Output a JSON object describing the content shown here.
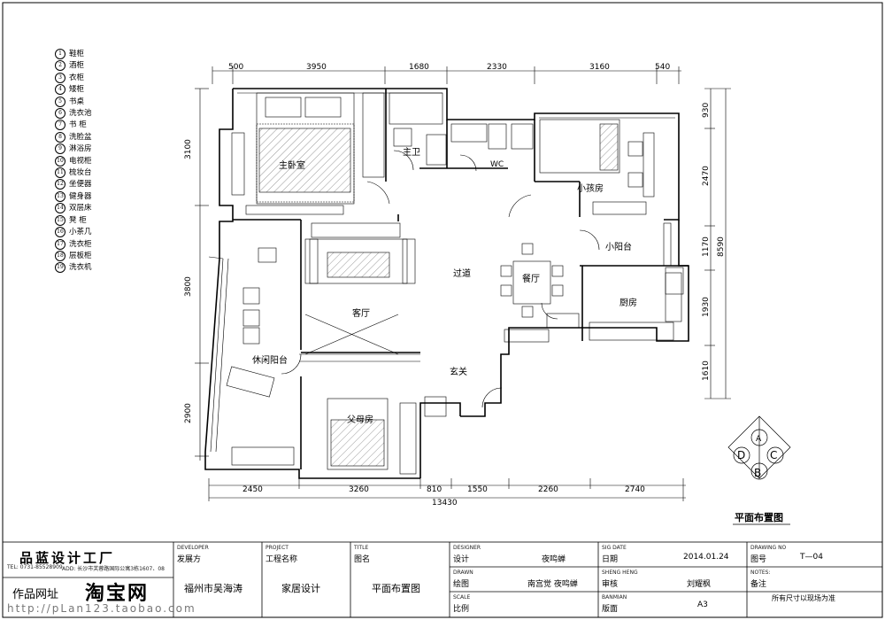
{
  "legend": [
    {
      "n": "1",
      "label": "鞋柜"
    },
    {
      "n": "2",
      "label": "酒柜"
    },
    {
      "n": "3",
      "label": "衣柜"
    },
    {
      "n": "4",
      "label": "矮柜"
    },
    {
      "n": "5",
      "label": "书桌"
    },
    {
      "n": "6",
      "label": "洗衣池"
    },
    {
      "n": "7",
      "label": "书  柜"
    },
    {
      "n": "8",
      "label": "洗脸盆"
    },
    {
      "n": "9",
      "label": "淋浴房"
    },
    {
      "n": "10",
      "label": "电视柜"
    },
    {
      "n": "11",
      "label": "梳妆台"
    },
    {
      "n": "12",
      "label": "坐便器"
    },
    {
      "n": "13",
      "label": "健身器"
    },
    {
      "n": "14",
      "label": "双层床"
    },
    {
      "n": "15",
      "label": "凳  柜"
    },
    {
      "n": "16",
      "label": "小茶几"
    },
    {
      "n": "17",
      "label": "洗衣柜"
    },
    {
      "n": "18",
      "label": "层板柜"
    },
    {
      "n": "19",
      "label": "洗衣机"
    }
  ],
  "dims_top": [
    "500",
    "3950",
    "1680",
    "2330",
    "3160",
    "540"
  ],
  "dims_bottom": [
    "2450",
    "3260",
    "810",
    "1550",
    "2260",
    "2740"
  ],
  "dim_total_bottom": "13430",
  "dims_left": [
    "3100",
    "3800",
    "2900"
  ],
  "dims_right": [
    "930",
    "2470",
    "1170",
    "1930",
    "1610"
  ],
  "dim_total_right": "8590",
  "rooms": {
    "master_bedroom": "主卧室",
    "master_bath": "主卫",
    "wc": "WC",
    "kids_room": "小孩房",
    "small_balcony": "小阳台",
    "corridor": "过道",
    "dining": "餐厅",
    "kitchen": "厨房",
    "living": "客厅",
    "leisure_balcony": "休闲阳台",
    "entrance": "玄关",
    "parents_room": "父母房"
  },
  "compass": {
    "a": "A",
    "b": "B",
    "c": "C",
    "d": "D"
  },
  "plan_title": "平面布置图",
  "title_block": {
    "company": "品蓝设计工厂",
    "tel": "TEL: 0731-85528909",
    "addr": "ADD: 长沙市芙蓉路国际公寓3栋1607、08",
    "works_label": "作品网址",
    "taobao": "淘宝网",
    "url": "http://pLan123.taobao.com",
    "developer_en": "DEVELOPER",
    "developer_cn": "发展方",
    "developer_val": "福州市吴海涛",
    "project_en": "PROJECT",
    "project_cn": "工程名称",
    "project_val": "家居设计",
    "title_en": "TITLE",
    "title_cn": "图名",
    "title_val": "平面布置图",
    "designer_en": "DESIGNER",
    "designer_cn": "设计",
    "designer_val": "夜鸣蝉",
    "drawn_en": "DRAWN",
    "drawn_cn": "绘图",
    "drawn_val": "南宫觉  夜鸣蝉",
    "scale_en": "SCALE",
    "scale_cn": "比例",
    "sigdate_en": "SIG DATE",
    "sigdate_cn": "日期",
    "date_val": "2014.01.24",
    "sheng_en": "SHENG HENG",
    "sheng_cn": "审核",
    "check_val": "刘耀枫",
    "banmian_en": "BANMIAN",
    "banmian_cn": "版面",
    "format_val": "A3",
    "drawingno_en": "DRAWING  NO",
    "drawingno_cn": "图号",
    "drawingno_val": "T—04",
    "notes_en": "NOTES:",
    "notes_cn": "备注",
    "notes_val": "所有尺寸以现场为准"
  }
}
